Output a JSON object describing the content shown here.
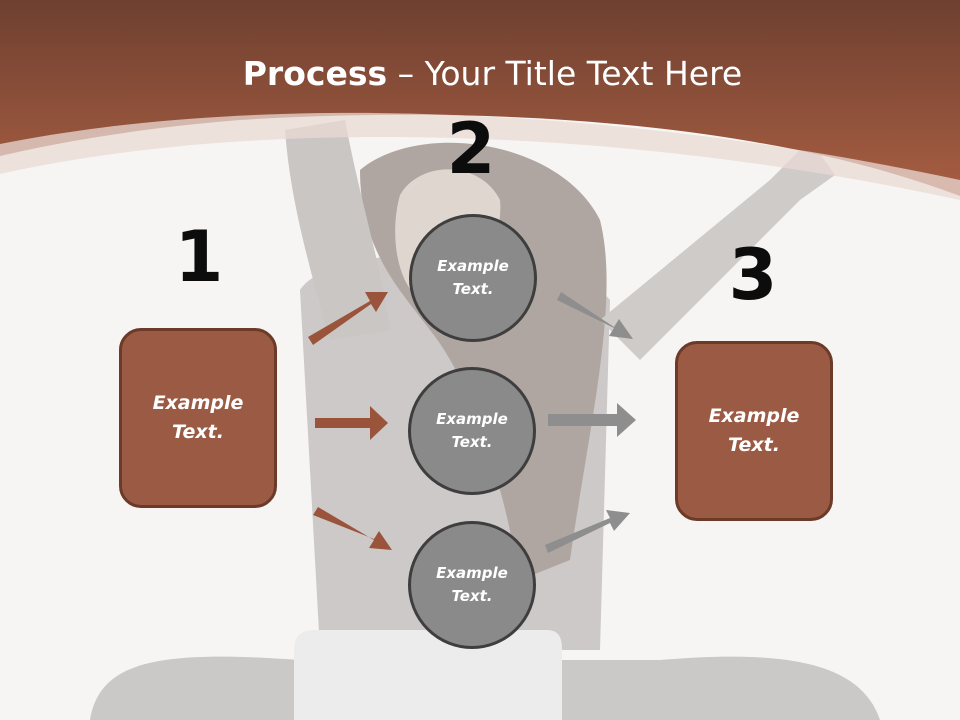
{
  "title": {
    "bold": "Process",
    "rest": " – Your Title Text Here"
  },
  "steps": [
    {
      "number": "1",
      "box_text": "Example\nText."
    },
    {
      "number": "2"
    },
    {
      "number": "3",
      "box_text": "Example\nText."
    }
  ],
  "circles": [
    {
      "text": "Example\nText."
    },
    {
      "text": "Example\nText."
    },
    {
      "text": "Example\nText."
    }
  ],
  "colors": {
    "header_brown": "#a0583c",
    "box_fill": "#9a5a43",
    "box_border": "#6b3a28",
    "arrow_brown": "#9a543b",
    "arrow_gray": "#8e8e8e",
    "circle_fill": "#8a8a8a",
    "circle_border": "#3e3e3e"
  }
}
